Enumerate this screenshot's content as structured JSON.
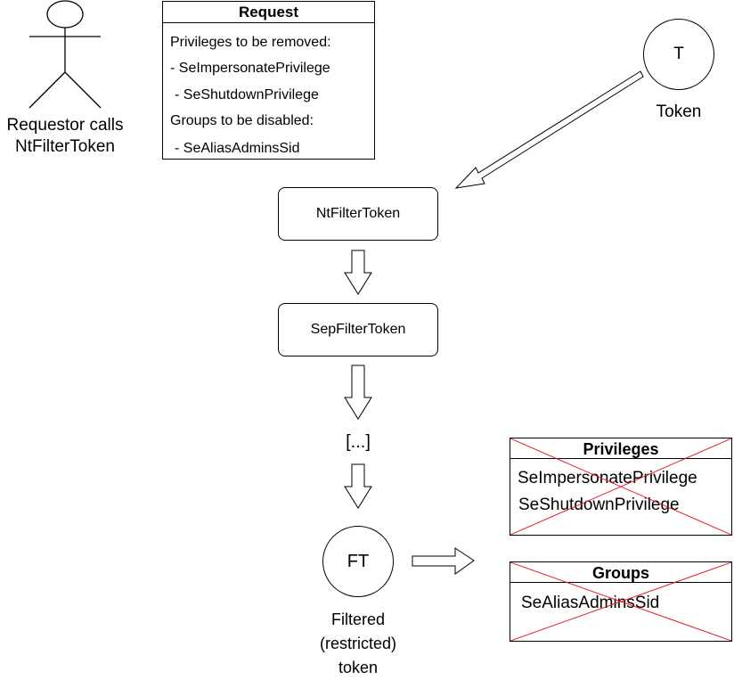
{
  "actor": {
    "label_line1": "Requestor calls",
    "label_line2": "NtFilterToken"
  },
  "request": {
    "title": "Request",
    "privileges_heading": "Privileges to be removed:",
    "privilege_1": "- SeImpersonatePrivilege",
    "privilege_2": "- SeShutdownPrivilege",
    "groups_heading": "Groups to be disabled:",
    "group_1": "- SeAliasAdminsSid"
  },
  "token": {
    "symbol": "T",
    "label": "Token"
  },
  "process": {
    "step1": "NtFilterToken",
    "step2": "SepFilterToken",
    "ellipsis": "[...]"
  },
  "filtered_token": {
    "symbol": "FT",
    "label_line1": "Filtered",
    "label_line2": "(restricted)",
    "label_line3": "token"
  },
  "privileges_box": {
    "title": "Privileges",
    "items": [
      "SeImpersonatePrivilege",
      "SeShutdownPrivilege"
    ]
  },
  "groups_box": {
    "title": "Groups",
    "items": [
      "SeAliasAdminsSid"
    ]
  },
  "colors": {
    "stroke": "#000000",
    "cross": "#e31b23",
    "background": "#ffffff"
  }
}
